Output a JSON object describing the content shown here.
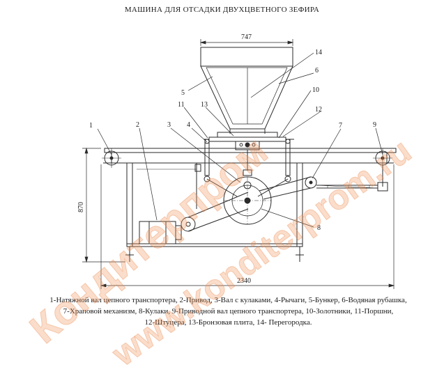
{
  "title": "МАШИНА ДЛЯ ОТСАДКИ ДВУХЦВЕТНОГО ЗЕФИРА",
  "dimensions": {
    "hopper_width": "747",
    "height": "870",
    "overall_length": "2340"
  },
  "callouts": [
    "1",
    "2",
    "3",
    "4",
    "5",
    "6",
    "7",
    "8",
    "9",
    "10",
    "11",
    "12",
    "13",
    "14"
  ],
  "legend": {
    "line1": "1-Натяжной вал цепного транспортера, 2-Привод, 3-Вал с кулаками, 4-Рычаги, 5-Бункер, 6-Водяная рубашка,",
    "line2": "7-Храповой механизм, 8-Кулаки, 9-Приводной вал цепного транспортера, 10-Золотники, 11-Поршни,",
    "line3": "12-Штуцера, 13-Бронзовая плита, 14- Перегородка."
  },
  "watermark": {
    "text1": "Кондитерпром",
    "text2": "www.konditerprom.ru"
  },
  "colors": {
    "line": "#2a2a2a",
    "watermark": "#f0965a"
  }
}
